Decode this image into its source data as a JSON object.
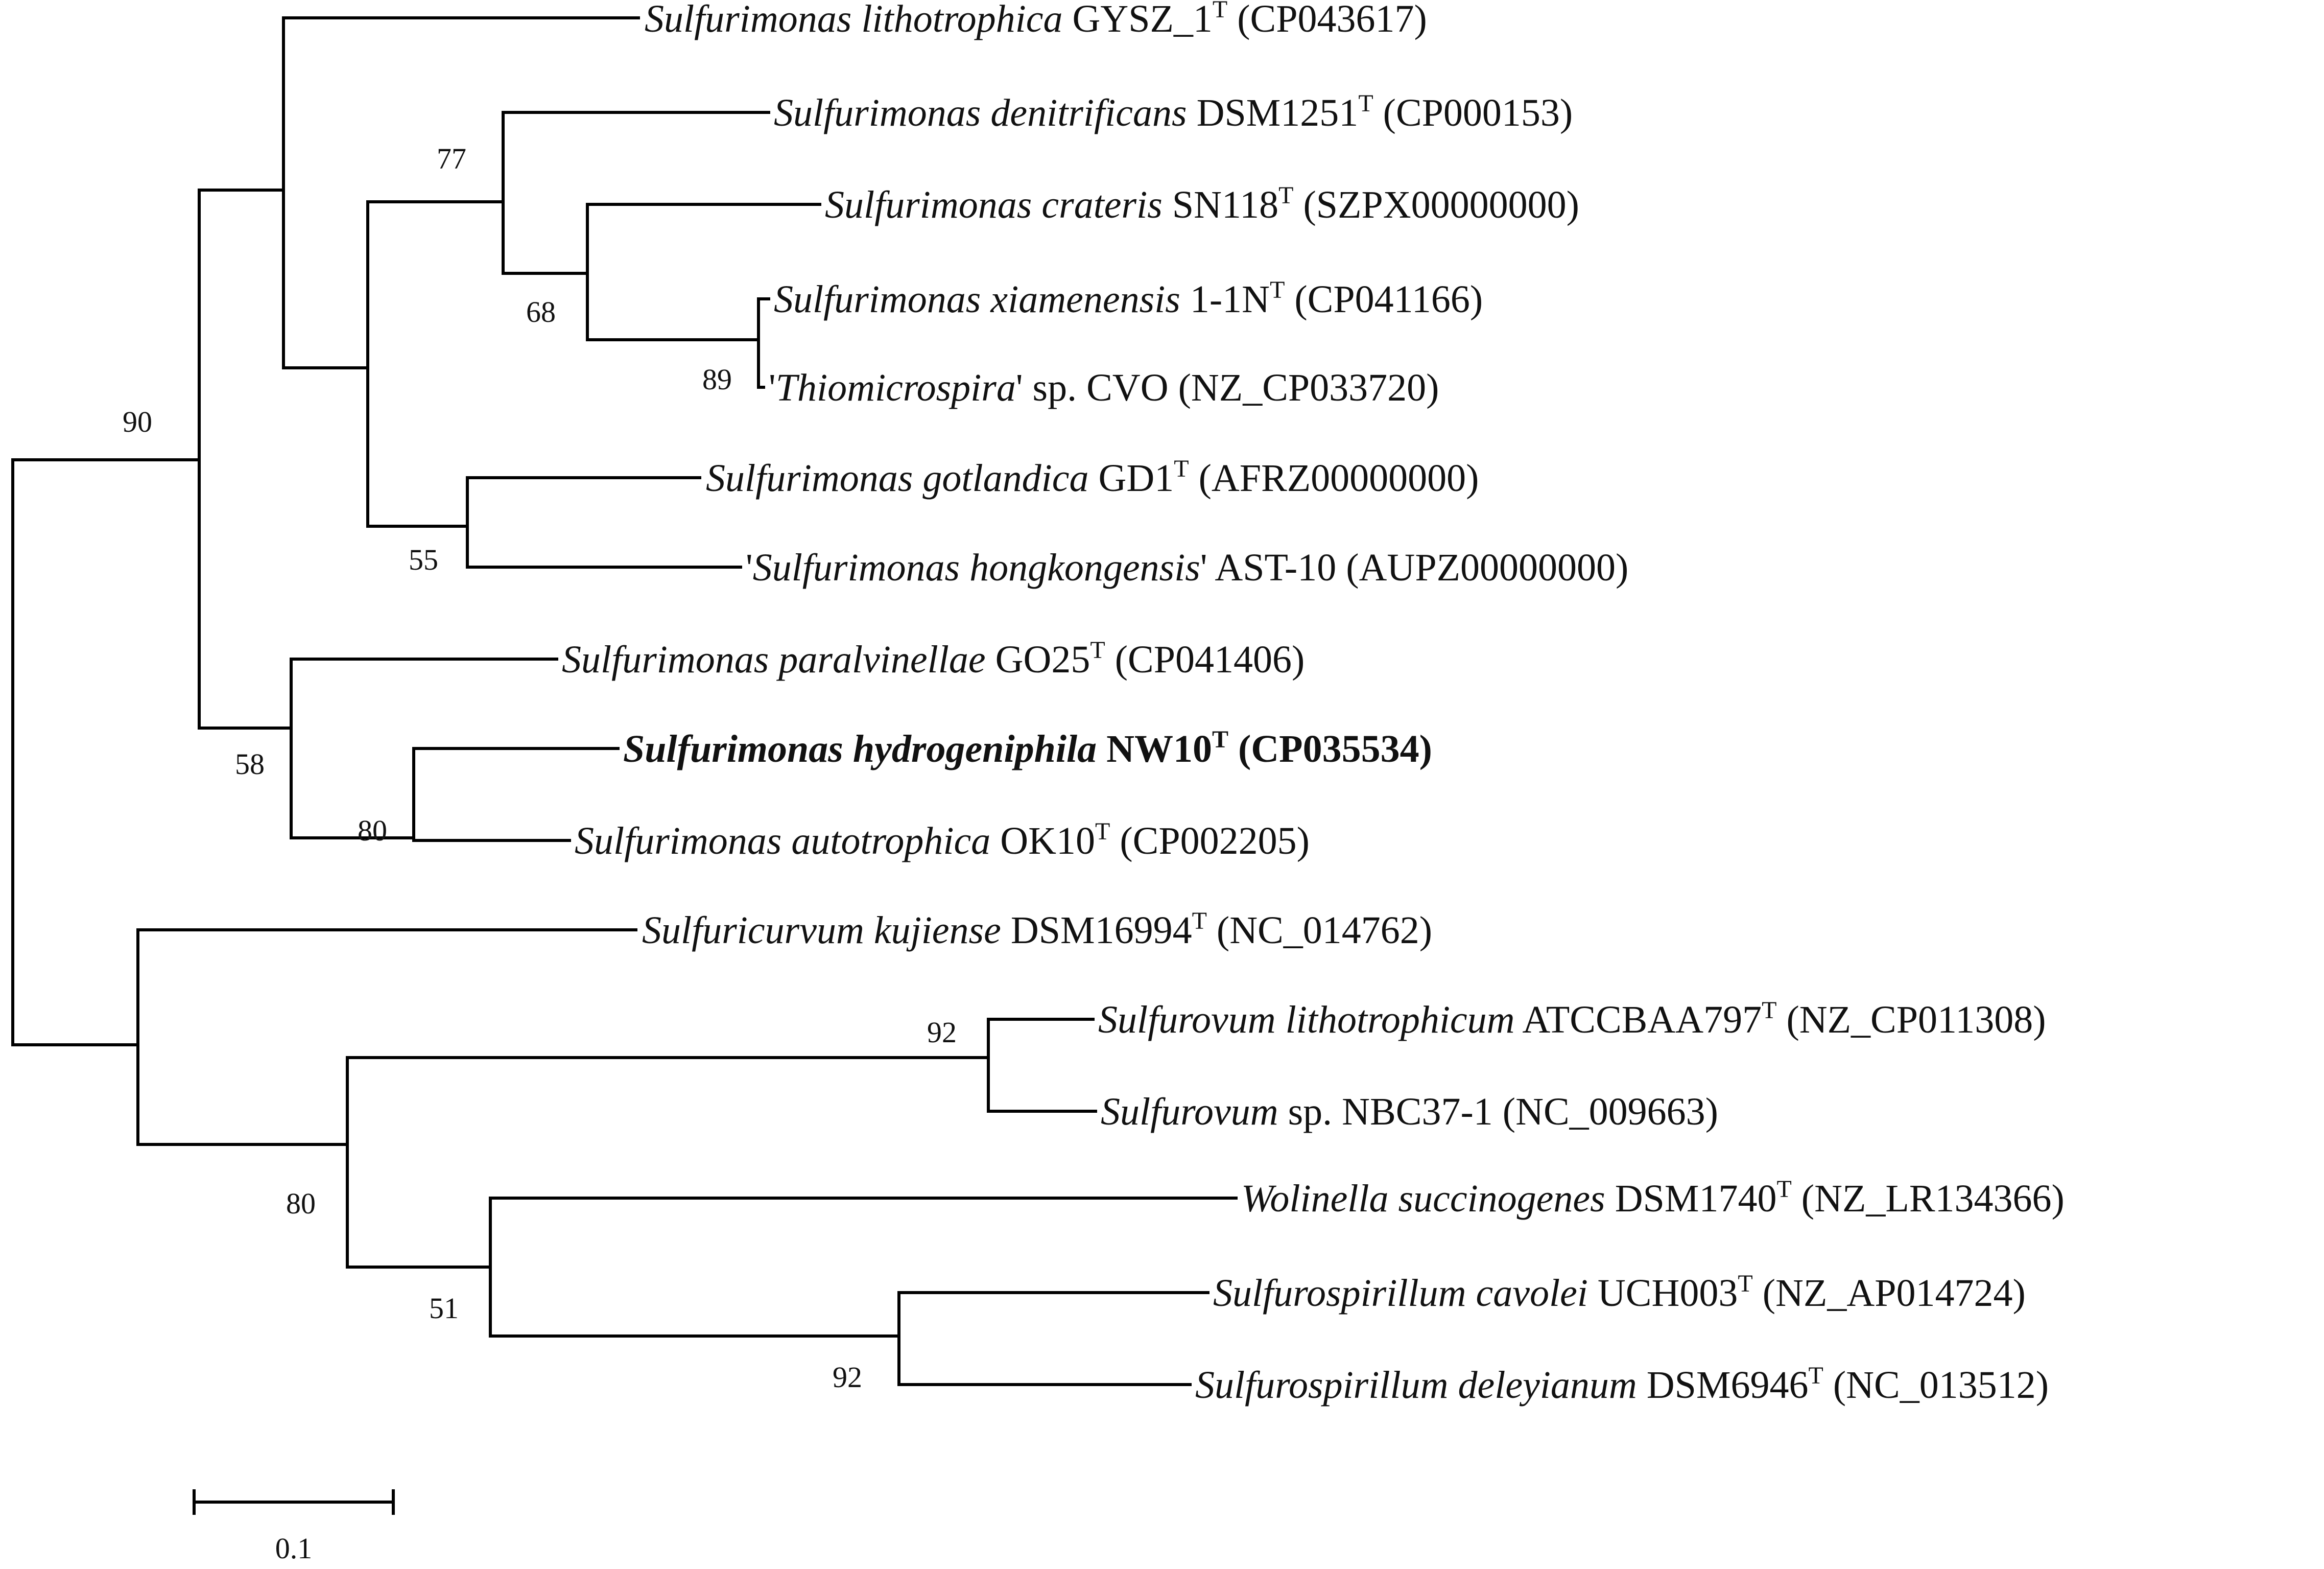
{
  "taxa": [
    {
      "id": "lithotrophica",
      "parts": [
        {
          "t": "Sulfurimonas lithotrophica",
          "i": true
        },
        {
          "t": " GYSZ_1"
        },
        {
          "t": "T",
          "sup": true
        },
        {
          "t": " (CP043617)"
        }
      ]
    },
    {
      "id": "denitrificans",
      "parts": [
        {
          "t": "Sulfurimonas denitrificans",
          "i": true
        },
        {
          "t": " DSM1251"
        },
        {
          "t": "T",
          "sup": true
        },
        {
          "t": " (CP000153)"
        }
      ]
    },
    {
      "id": "crateris",
      "parts": [
        {
          "t": "Sulfurimonas crateris",
          "i": true
        },
        {
          "t": " SN118"
        },
        {
          "t": "T",
          "sup": true
        },
        {
          "t": " (SZPX00000000)"
        }
      ]
    },
    {
      "id": "xiamenensis",
      "parts": [
        {
          "t": "Sulfurimonas xiamenensis",
          "i": true
        },
        {
          "t": " 1-1N"
        },
        {
          "t": "T",
          "sup": true
        },
        {
          "t": " (CP041166)"
        }
      ]
    },
    {
      "id": "thiomicrospira",
      "parts": [
        {
          "t": "'"
        },
        {
          "t": "Thiomicrospira",
          "i": true
        },
        {
          "t": "' sp. CVO (NZ_CP033720)"
        }
      ]
    },
    {
      "id": "gotlandica",
      "parts": [
        {
          "t": "Sulfurimonas gotlandica",
          "i": true
        },
        {
          "t": " GD1"
        },
        {
          "t": "T",
          "sup": true
        },
        {
          "t": " (AFRZ00000000)"
        }
      ]
    },
    {
      "id": "hongkongensis",
      "parts": [
        {
          "t": "'"
        },
        {
          "t": "Sulfurimonas hongkongensis",
          "i": true
        },
        {
          "t": "' AST-10 (AUPZ00000000)"
        }
      ]
    },
    {
      "id": "paralvinellae",
      "parts": [
        {
          "t": "Sulfurimonas paralvinellae",
          "i": true
        },
        {
          "t": " GO25"
        },
        {
          "t": "T",
          "sup": true
        },
        {
          "t": " (CP041406)"
        }
      ]
    },
    {
      "id": "hydrogeniphila",
      "highlight": true,
      "parts": [
        {
          "t": "Sulfurimonas hydrogeniphila",
          "i": true
        },
        {
          "t": " NW10"
        },
        {
          "t": "T",
          "sup": true
        },
        {
          "t": " (CP035534)"
        }
      ]
    },
    {
      "id": "autotrophica",
      "parts": [
        {
          "t": "Sulfurimonas autotrophica",
          "i": true
        },
        {
          "t": " OK10"
        },
        {
          "t": "T",
          "sup": true
        },
        {
          "t": " (CP002205)"
        }
      ]
    },
    {
      "id": "kujiense",
      "parts": [
        {
          "t": "Sulfuricurvum kujiense",
          "i": true
        },
        {
          "t": " DSM16994"
        },
        {
          "t": "T",
          "sup": true
        },
        {
          "t": " (NC_014762)"
        }
      ]
    },
    {
      "id": "lithotrophicum",
      "parts": [
        {
          "t": "Sulfurovum lithotrophicum",
          "i": true
        },
        {
          "t": " ATCCBAA797"
        },
        {
          "t": "T",
          "sup": true
        },
        {
          "t": " (NZ_CP011308)"
        }
      ]
    },
    {
      "id": "sulfurovum-nbc",
      "parts": [
        {
          "t": "Sulfurovum",
          "i": true
        },
        {
          "t": " sp. NBC37-1 (NC_009663)"
        }
      ]
    },
    {
      "id": "wolinella",
      "parts": [
        {
          "t": "Wolinella succinogenes",
          "i": true
        },
        {
          "t": " DSM1740"
        },
        {
          "t": "T",
          "sup": true
        },
        {
          "t": " (NZ_LR134366)"
        }
      ]
    },
    {
      "id": "cavolei",
      "parts": [
        {
          "t": "Sulfurospirillum cavolei",
          "i": true
        },
        {
          "t": " UCH003"
        },
        {
          "t": "T",
          "sup": true
        },
        {
          "t": " (NZ_AP014724)"
        }
      ]
    },
    {
      "id": "deleyianum",
      "parts": [
        {
          "t": "Sulfurospirillum deleyianum",
          "i": true
        },
        {
          "t": " DSM6946"
        },
        {
          "t": "T",
          "sup": true
        },
        {
          "t": " (NC_013512)"
        }
      ]
    }
  ],
  "bootstrap": [
    {
      "node": "denitrificans-crateris-xiamenensis",
      "value": "77"
    },
    {
      "node": "crateris-xiamenensis",
      "value": "68"
    },
    {
      "node": "xiamenensis-thiomicrospira",
      "value": "89"
    },
    {
      "node": "sulfurimonas-core",
      "value": "90"
    },
    {
      "node": "gotlandica-hongkongensis",
      "value": "55"
    },
    {
      "node": "paralvinellae-group",
      "value": "58"
    },
    {
      "node": "hydrogeniphila-autotrophica",
      "value": "80"
    },
    {
      "node": "sulfurovum",
      "value": "92"
    },
    {
      "node": "outgroup-clade",
      "value": "80"
    },
    {
      "node": "wolinella-sulfurospirillum",
      "value": "51"
    },
    {
      "node": "sulfurospirillum",
      "value": "92"
    }
  ],
  "scale": {
    "label": "0.1"
  }
}
